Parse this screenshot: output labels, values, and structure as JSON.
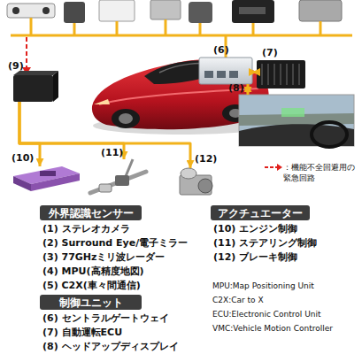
{
  "diagram": {
    "nodes": [
      {
        "text": [
          "(6)"
        ]
      },
      {
        "text": [
          "(7)"
        ]
      },
      {
        "text": [
          "(9)"
        ]
      },
      {
        "text": [
          "(8)"
        ]
      },
      {
        "text": [
          "(10)"
        ]
      },
      {
        "text": [
          "(11)"
        ]
      },
      {
        "text": [
          "(12)"
        ]
      },
      {
        "text": [
          "外界認識センサー"
        ]
      },
      {
        "text": [
          "アクチュエーター"
        ]
      },
      {
        "text": [
          "制御ユニット"
        ]
      }
    ],
    "edges": [
      {
        "from": 0,
        "to": 1,
        "arrow": "both"
      },
      {
        "from": 0,
        "to": 3,
        "arrow": "both"
      },
      {
        "from": 2,
        "to": 4,
        "arrow": "to"
      },
      {
        "from": 2,
        "to": 5,
        "arrow": "to"
      },
      {
        "from": 2,
        "to": 6,
        "arrow": "to"
      }
    ],
    "labels": [
      "(1) ステレオカメラ",
      "(2) Surround Eye/電子ミラー",
      "(3) 77GHzミリ波レーダー",
      "(4) MPU(高精度地図)",
      "(5) C2X(車々間通信)",
      "(10) エンジン制御",
      "(11) ステアリング制御",
      "(12) ブレーキ制御",
      "(6) セントラルゲートウェイ",
      "(7) 自動運転ECU",
      "(8) ヘッドアップディスプレイ",
      "MPU:Map Positioning Unit",
      "C2X:Car to X",
      "ECU:Electronic Control Unit",
      "VMC:Vehicle Motion Controller"
    ],
    "legend": [
      {
        "text": "：機能不全回避用の緊急回路"
      }
    ]
  }
}
